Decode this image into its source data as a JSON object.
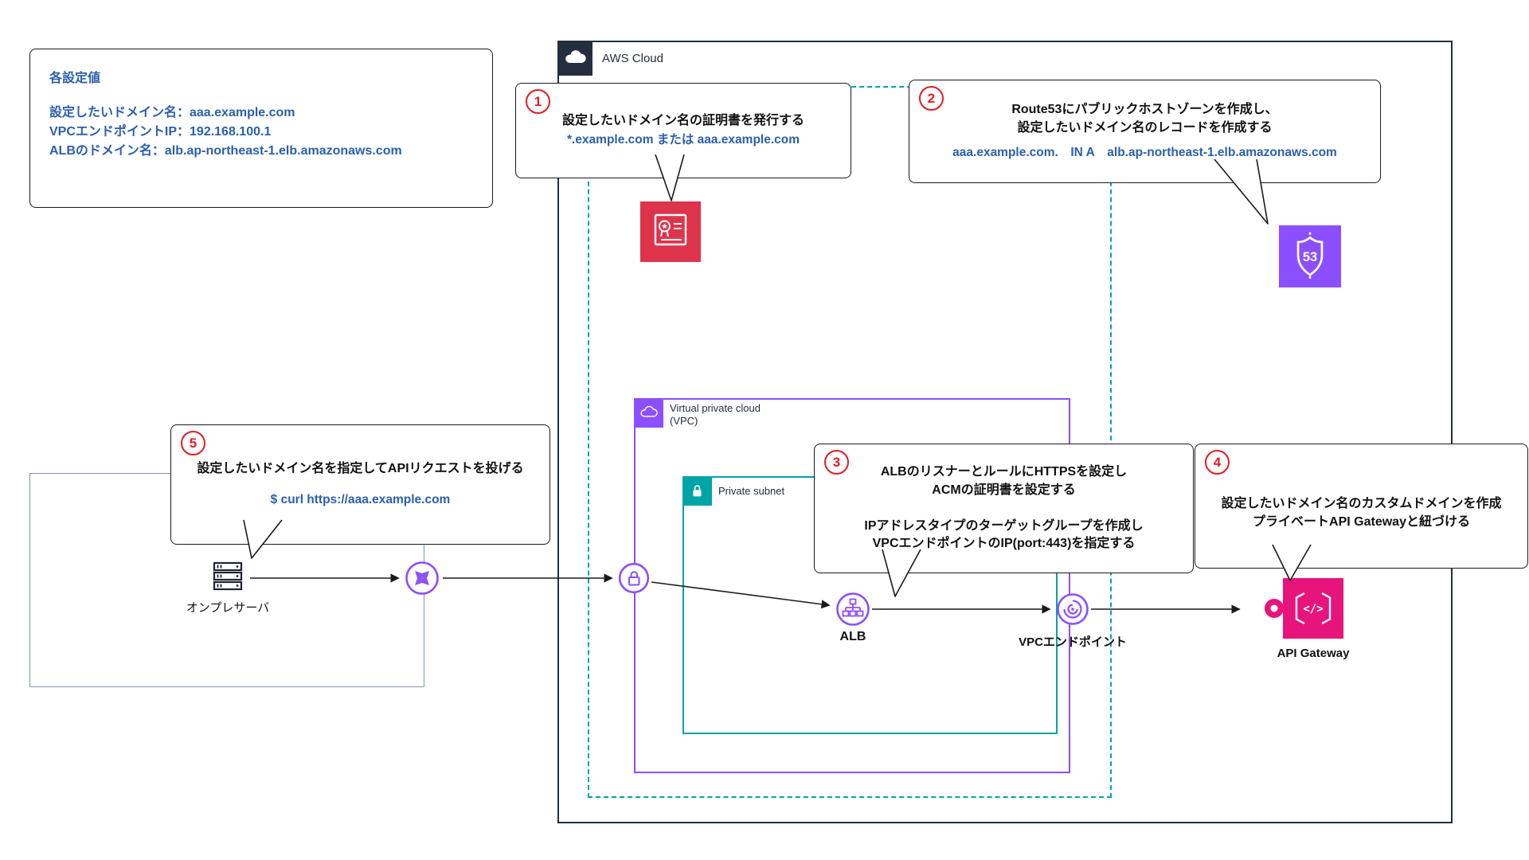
{
  "config_box": {
    "title": "各設定値",
    "lines": [
      "設定したいドメイン名：aaa.example.com",
      "VPCエンドポイントIP：192.168.100.1",
      "ALBのドメイン名：alb.ap-northeast-1.elb.amazonaws.com"
    ]
  },
  "groups": {
    "aws_cloud": {
      "label": "AWS Cloud"
    },
    "vpc": {
      "label": "Virtual private cloud",
      "sublabel": "(VPC)"
    },
    "private_subnet": {
      "label": "Private subnet"
    }
  },
  "callouts": [
    {
      "number": "1",
      "lines": [
        "設定したいドメイン名の証明書を発行する"
      ],
      "code": "*.example.com または aaa.example.com"
    },
    {
      "number": "2",
      "lines": [
        "Route53にパブリックホストゾーンを作成し、",
        "設定したいドメイン名のレコードを作成する"
      ],
      "code": "aaa.example.com. IN A alb.ap-northeast-1.elb.amazonaws.com"
    },
    {
      "number": "3",
      "lines": [
        "ALBのリスナーとルールにHTTPSを設定し",
        "ACMの証明書を設定する",
        "",
        "IPアドレスタイプのターゲットグループを作成し",
        "VPCエンドポイントのIP(port:443)を指定する"
      ]
    },
    {
      "number": "4",
      "lines": [
        "設定したいドメイン名のカスタムドメインを作成",
        "プライベートAPI Gatewayと紐づける"
      ]
    },
    {
      "number": "5",
      "lines": [
        "設定したいドメイン名を指定してAPIリクエストを投げる"
      ],
      "code": "$ curl https://aaa.example.com"
    }
  ],
  "nodes": {
    "onprem_server": {
      "label": "オンプレサーバ"
    },
    "alb": {
      "label": "ALB"
    },
    "vpc_endpoint": {
      "label": "VPCエンドポイント"
    },
    "api_gateway": {
      "label": "API Gateway"
    }
  },
  "icons": {
    "aws_cloud": "cloud-icon",
    "vpc": "cloud-outline-icon",
    "private_subnet": "lock-icon",
    "acm": "certificate-icon",
    "route53": "route-53-shield-icon",
    "gateway": "four-way-arrows-icon",
    "vpn_lock": "lock-circle-icon",
    "alb": "load-balancer-icon",
    "vpc_endpoint": "privatelink-spiral-icon",
    "api_gateway": "code-brackets-icon",
    "onprem_server": "server-rack-icon"
  },
  "colors": {
    "aws_dark": "#232F3E",
    "networking_purple": "#8C4FFF",
    "subnet_teal": "#00A4A6",
    "security_red": "#DD344C",
    "apigw_pink": "#E7157B",
    "blue_text": "#2B5FAD",
    "number_red": "#E01E24"
  }
}
